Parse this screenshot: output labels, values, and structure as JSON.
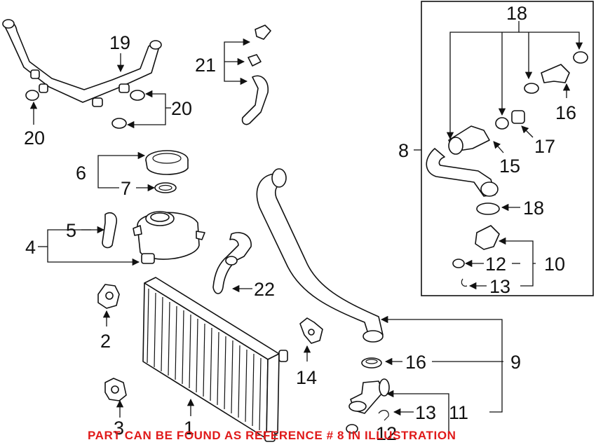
{
  "callouts": {
    "c1": "1",
    "c2": "2",
    "c3": "3",
    "c4": "4",
    "c5": "5",
    "c6": "6",
    "c7": "7",
    "c8": "8",
    "c9": "9",
    "c10": "10",
    "c11": "11",
    "c12a": "12",
    "c12b": "12",
    "c13a": "13",
    "c13b": "13",
    "c14": "14",
    "c15": "15",
    "c16a": "16",
    "c16b": "16",
    "c17": "17",
    "c18a": "18",
    "c18b": "18",
    "c19": "19",
    "c20a": "20",
    "c20b": "20",
    "c21": "21",
    "c22": "22"
  },
  "notice": "PART CAN BE FOUND AS REFERENCE # 8 IN ILLUSTRATION",
  "colors": {
    "notice": "#e01a1a",
    "line": "#111111",
    "background": "#ffffff"
  }
}
